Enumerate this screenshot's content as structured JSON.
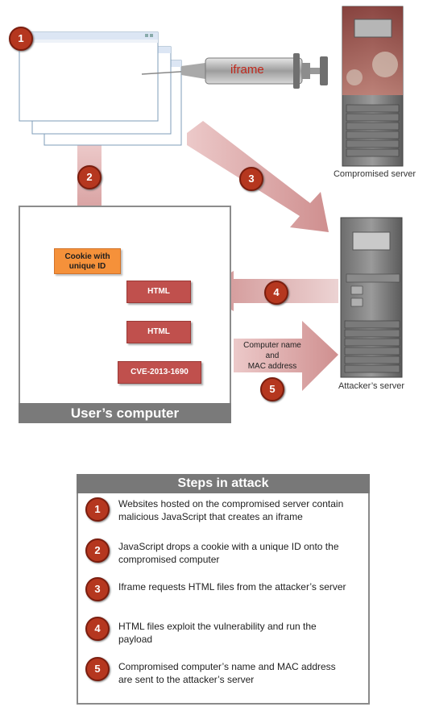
{
  "syringe_label": "iframe",
  "compromised_server_label": "Compromised server",
  "attacker_server_label": "Attacker’s server",
  "user_computer_label": "User’s computer",
  "cookie_label": "Cookie with unique ID",
  "html_box_1": "HTML",
  "html_box_2": "HTML",
  "cve_label": "CVE-2013-1690",
  "arrow5_label_line1": "Computer name",
  "arrow5_label_line2": "and",
  "arrow5_label_line3": "MAC address",
  "badges": [
    "1",
    "2",
    "3",
    "4",
    "5"
  ],
  "steps_title": "Steps in attack",
  "steps": [
    {
      "num": "1",
      "text": "Websites hosted on the compromised server contain malicious JavaScript that creates an iframe"
    },
    {
      "num": "2",
      "text": "JavaScript drops a cookie with a unique ID onto the compromised computer"
    },
    {
      "num": "3",
      "text": "Iframe requests HTML files from the attacker’s server"
    },
    {
      "num": "4",
      "text": "HTML files exploit the vulnerability and run the payload"
    },
    {
      "num": "5",
      "text": "Compromised computer’s name and MAC address are sent to the attacker’s server"
    }
  ],
  "colors": {
    "accent_red": "#b5371f",
    "arrow_pink": "#d9a3a3",
    "cookie_orange": "#f5913a",
    "html_red": "#c0504d"
  }
}
